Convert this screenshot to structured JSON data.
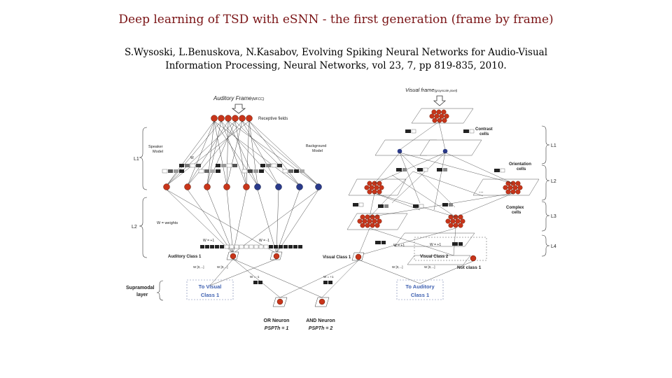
{
  "slide": {
    "title": "Deep learning of TSD with eSNN - the first generation (frame by frame)",
    "citation_line1": "S.Wysoski, L.Benuskova, N.Kasabov, Evolving Spiking Neural Networks for Audio-Visual",
    "citation_line2": "Information Processing, Neural Networks, vol 23, 7, pp 819-835, 2010."
  },
  "figure": {
    "auditory_frame": "Auditory Frame",
    "auditory_frame_sub": "(MFCC)",
    "receptive_fields": "Receptive fields",
    "speaker_model": "Speaker",
    "speaker_model_line2": "Model",
    "background_model": "Background",
    "background_model_line2": "Model",
    "w_label": "W",
    "l1_left": "L1",
    "l2_left": "L2",
    "w_weights": "W = weights",
    "w_plus1": "W = +1",
    "w_minus1": "W = -1",
    "auditory_class1": "Auditory Class 1",
    "visual_class1": "Visual Class 1",
    "visual_class2": "Visual Class 2",
    "not_class1": "Not class 1",
    "supramodal": "Supramodal",
    "supramodal2": "layer",
    "to_visual": "To Visual",
    "to_visual2": "Class 1",
    "to_auditory": "To Auditory",
    "to_auditory2": "Class 1",
    "or_neuron": "OR Neuron",
    "and_neuron": "AND Neuron",
    "psp_or": "PSPTh = 1",
    "psp_and": "PSPTh = 2",
    "visual_frame": "Visual frame",
    "visual_frame_sub": "(grayscale pixel)",
    "contrast_cells": "Contrast",
    "contrast_cells2": "cells",
    "orientation_cells": "Orientation",
    "orientation_cells2": "cells",
    "complex_cells": "Complex",
    "complex_cells2": "cells",
    "l1_right": "L1",
    "l2_right": "L2",
    "l3_right": "L3",
    "l4_right": "L4",
    "ellipsis": "...",
    "w_range1": "W [0,...]",
    "w_range2": "W [0,...]",
    "w_range3": "W [0,...]",
    "w_range4": "W [0,...]",
    "w_plus1_b": "W = +1",
    "w_minus1_b": "W = -1",
    "w_plus1_c": "W = +1"
  },
  "colors": {
    "title": "#7a1416",
    "neuron_red": "#c8351a",
    "neuron_blue": "#2a3a8a",
    "box_label": "#3d5fb0"
  }
}
